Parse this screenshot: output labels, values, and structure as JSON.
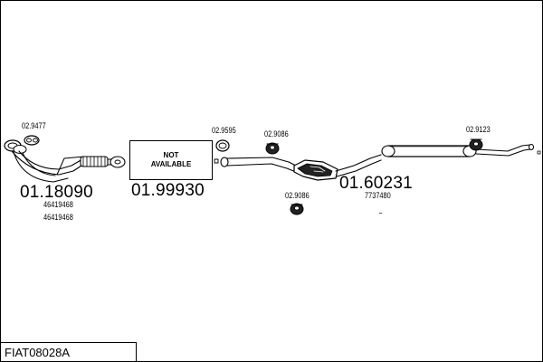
{
  "diagram_code": "FIAT08028A",
  "not_available": {
    "line1": "NOT",
    "line2": "AVAILABLE"
  },
  "parts": [
    {
      "number": "01.18090",
      "oem": [
        "46419468",
        "46419468"
      ]
    },
    {
      "number": "01.99930"
    },
    {
      "number": "01.60231",
      "oem": [
        "7737480"
      ]
    }
  ],
  "accessories": [
    "02.9477",
    "02.9595",
    "02.9086",
    "02.9086",
    "02.9123"
  ],
  "colors": {
    "line": "#000000",
    "part_fill": "#ffffff",
    "dark_fill": "#222222"
  }
}
